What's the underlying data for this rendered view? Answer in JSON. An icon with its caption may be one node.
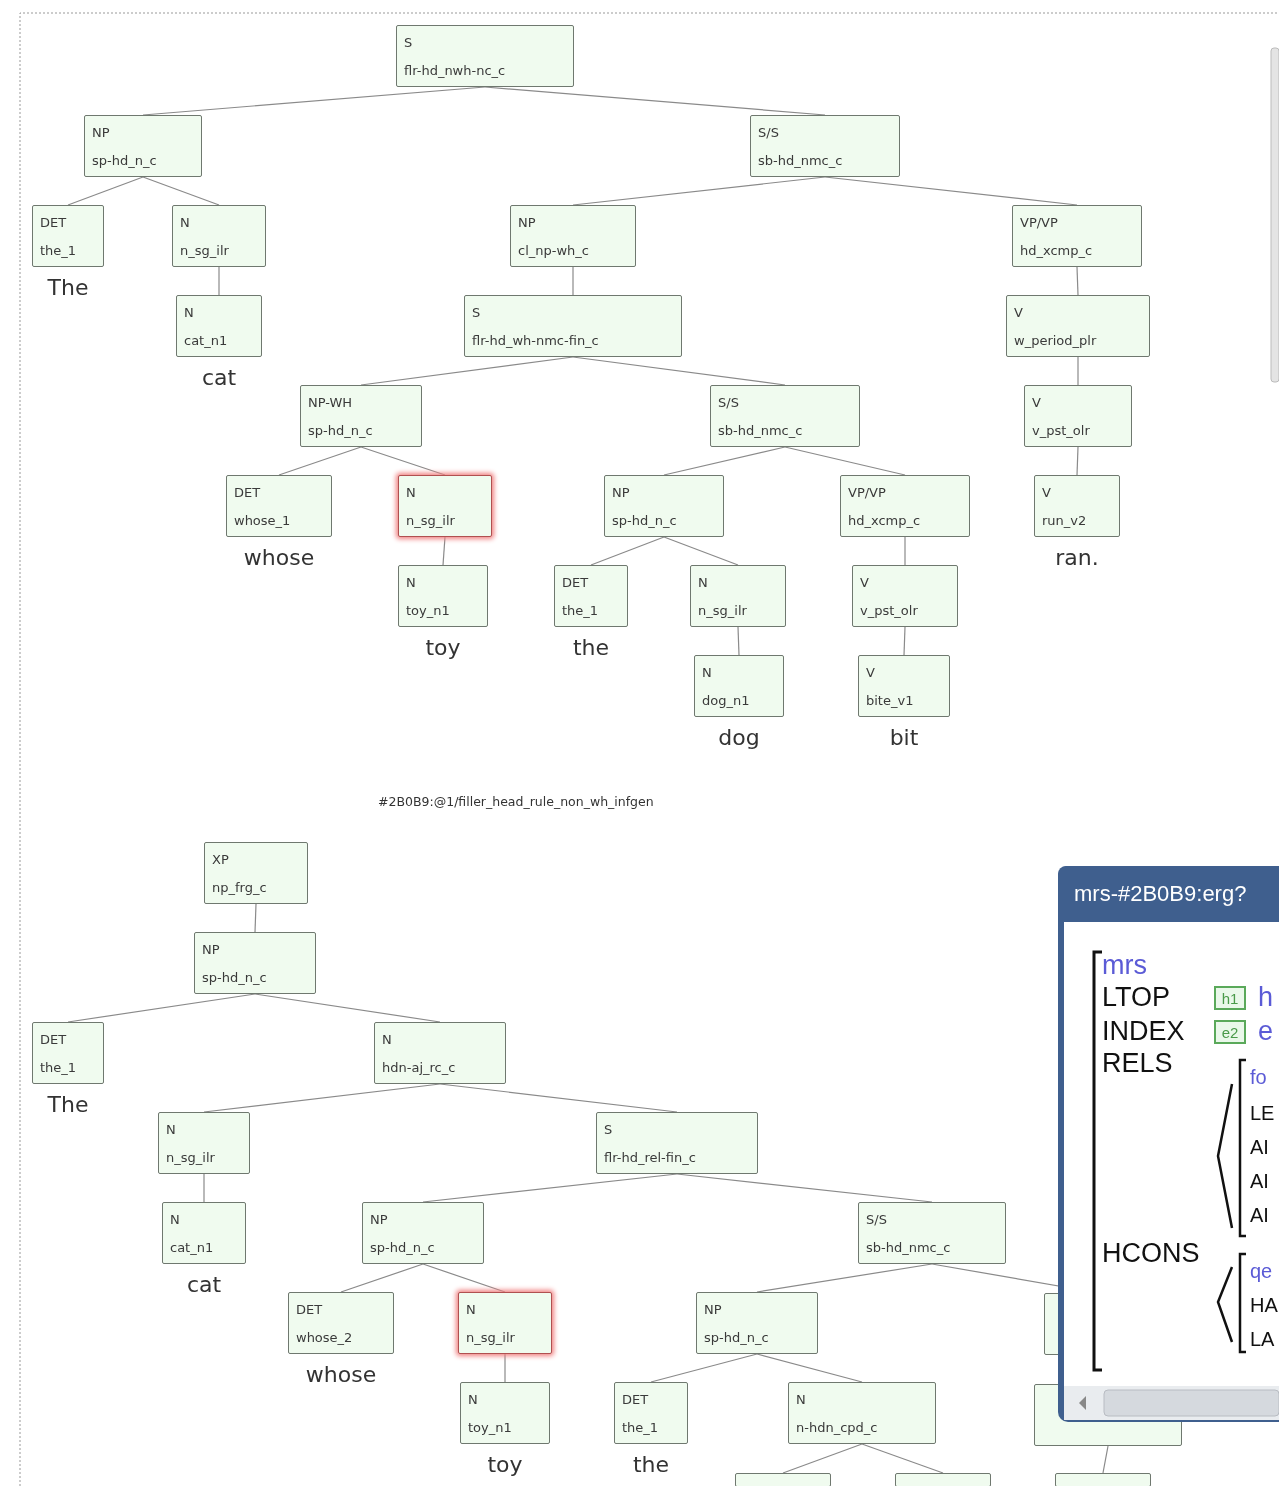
{
  "diagram": {
    "nodes": [
      {
        "text": [
          "S",
          "flr-hd_nwh-nc_c"
        ]
      },
      {
        "text": [
          "NP",
          "sp-hd_n_c"
        ]
      },
      {
        "text": [
          "S/S",
          "sb-hd_nmc_c"
        ]
      },
      {
        "text": [
          "DET",
          "the_1"
        ],
        "beside": [
          "The"
        ]
      },
      {
        "text": [
          "N",
          "n_sg_ilr"
        ]
      },
      {
        "text": [
          "N",
          "cat_n1"
        ],
        "beside": [
          "cat"
        ]
      },
      {
        "text": [
          "NP",
          "cl_np-wh_c"
        ]
      },
      {
        "text": [
          "VP/VP",
          "hd_xcmp_c"
        ]
      },
      {
        "text": [
          "S",
          "flr-hd_wh-nmc-fin_c"
        ]
      },
      {
        "text": [
          "V",
          "w_period_plr"
        ]
      },
      {
        "text": [
          "NP-WH",
          "sp-hd_n_c"
        ]
      },
      {
        "text": [
          "S/S",
          "sb-hd_nmc_c"
        ]
      },
      {
        "text": [
          "V",
          "v_pst_olr"
        ]
      },
      {
        "text": [
          "DET",
          "whose_1"
        ],
        "beside": [
          "whose"
        ]
      },
      {
        "text": [
          "N",
          "n_sg_ilr"
        ]
      },
      {
        "text": [
          "NP",
          "sp-hd_n_c"
        ]
      },
      {
        "text": [
          "VP/VP",
          "hd_xcmp_c"
        ]
      },
      {
        "text": [
          "V",
          "run_v2"
        ],
        "beside": [
          "ran."
        ]
      },
      {
        "text": [
          "N",
          "toy_n1"
        ],
        "beside": [
          "toy"
        ]
      },
      {
        "text": [
          "DET",
          "the_1"
        ],
        "beside": [
          "the"
        ]
      },
      {
        "text": [
          "N",
          "n_sg_ilr"
        ]
      },
      {
        "text": [
          "V",
          "v_pst_olr"
        ]
      },
      {
        "text": [
          "N",
          "dog_n1"
        ],
        "beside": [
          "dog"
        ]
      },
      {
        "text": [
          "V",
          "bite_v1"
        ],
        "beside": [
          "bit"
        ]
      },
      {
        "text": [
          "XP",
          "np_frg_c"
        ]
      },
      {
        "text": [
          "NP",
          "sp-hd_n_c"
        ]
      },
      {
        "text": [
          "DET",
          "the_1"
        ],
        "beside": [
          "The"
        ]
      },
      {
        "text": [
          "N",
          "hdn-aj_rc_c"
        ]
      },
      {
        "text": [
          "N",
          "n_sg_ilr"
        ]
      },
      {
        "text": [
          "S",
          "flr-hd_rel-fin_c"
        ]
      },
      {
        "text": [
          "N",
          "cat_n1"
        ],
        "beside": [
          "cat"
        ]
      },
      {
        "text": [
          "NP",
          "sp-hd_n_c"
        ]
      },
      {
        "text": [
          "S/S",
          "sb-hd_nmc_c"
        ]
      },
      {
        "text": [
          "DET",
          "whose_2"
        ],
        "beside": [
          "whose"
        ]
      },
      {
        "text": [
          "N",
          "n_sg_ilr"
        ]
      },
      {
        "text": [
          "NP",
          "sp-hd_n_c"
        ]
      },
      {
        "text": [],
        "shape": "box"
      },
      {
        "text": [
          "N",
          "toy_n1"
        ],
        "beside": [
          "toy"
        ]
      },
      {
        "text": [
          "DET",
          "the_1"
        ],
        "beside": [
          "the"
        ]
      },
      {
        "text": [
          "N",
          "n-hdn_cpd_c"
        ]
      },
      {
        "text": [],
        "shape": "box"
      },
      {
        "text": [],
        "shape": "box"
      },
      {
        "text": [],
        "shape": "box"
      },
      {
        "text": [],
        "shape": "box"
      },
      {
        "text": [
          "mrs-#2B0B9:erg?"
        ]
      },
      {
        "text": [
          "h1"
        ],
        "in": 44
      },
      {
        "text": [
          "e2"
        ],
        "in": 44
      }
    ],
    "edges": [
      {
        "from": 0,
        "to": 1,
        "arrow": "none"
      },
      {
        "from": 0,
        "to": 2,
        "arrow": "none"
      },
      {
        "from": 1,
        "to": 3,
        "arrow": "none"
      },
      {
        "from": 1,
        "to": 4,
        "arrow": "none"
      },
      {
        "from": 4,
        "to": 5,
        "arrow": "none"
      },
      {
        "from": 2,
        "to": 6,
        "arrow": "none"
      },
      {
        "from": 2,
        "to": 7,
        "arrow": "none"
      },
      {
        "from": 6,
        "to": 8,
        "arrow": "none"
      },
      {
        "from": 7,
        "to": 9,
        "arrow": "none"
      },
      {
        "from": 8,
        "to": 10,
        "arrow": "none"
      },
      {
        "from": 8,
        "to": 11,
        "arrow": "none"
      },
      {
        "from": 9,
        "to": 12,
        "arrow": "none"
      },
      {
        "from": 10,
        "to": 13,
        "arrow": "none"
      },
      {
        "from": 10,
        "to": 14,
        "arrow": "none"
      },
      {
        "from": 11,
        "to": 15,
        "arrow": "none"
      },
      {
        "from": 11,
        "to": 16,
        "arrow": "none"
      },
      {
        "from": 12,
        "to": 17,
        "arrow": "none"
      },
      {
        "from": 14,
        "to": 18,
        "arrow": "none"
      },
      {
        "from": 15,
        "to": 19,
        "arrow": "none"
      },
      {
        "from": 15,
        "to": 20,
        "arrow": "none"
      },
      {
        "from": 16,
        "to": 21,
        "arrow": "none"
      },
      {
        "from": 20,
        "to": 22,
        "arrow": "none"
      },
      {
        "from": 21,
        "to": 23,
        "arrow": "none"
      },
      {
        "from": 24,
        "to": 25,
        "arrow": "none"
      },
      {
        "from": 25,
        "to": 26,
        "arrow": "none"
      },
      {
        "from": 25,
        "to": 27,
        "arrow": "none"
      },
      {
        "from": 27,
        "to": 28,
        "arrow": "none"
      },
      {
        "from": 27,
        "to": 29,
        "arrow": "none"
      },
      {
        "from": 28,
        "to": 30,
        "arrow": "none"
      },
      {
        "from": 29,
        "to": 31,
        "arrow": "none"
      },
      {
        "from": 29,
        "to": 32,
        "arrow": "none"
      },
      {
        "from": 31,
        "to": 33,
        "arrow": "none"
      },
      {
        "from": 31,
        "to": 34,
        "arrow": "none"
      },
      {
        "from": 32,
        "to": 35,
        "arrow": "none"
      },
      {
        "from": 32,
        "to": 36,
        "arrow": "none"
      },
      {
        "from": 34,
        "to": 37,
        "arrow": "none"
      },
      {
        "from": 35,
        "to": 38,
        "arrow": "none"
      },
      {
        "from": 35,
        "to": 39,
        "arrow": "none"
      },
      {
        "from": 39,
        "to": 41,
        "arrow": "none"
      },
      {
        "from": 39,
        "to": 42,
        "arrow": "none"
      },
      {
        "from": 40,
        "to": 43,
        "arrow": "none"
      }
    ],
    "labels": [
      "#2B0B9:@1/filler_head_rule_non_wh_infgen",
      "mrs",
      "LTOP",
      "h",
      "INDEX",
      "e",
      "RELS",
      "fo",
      "LE",
      "AI",
      "AI",
      "AI",
      "HCONS",
      "qe",
      "HA",
      "LA"
    ]
  }
}
